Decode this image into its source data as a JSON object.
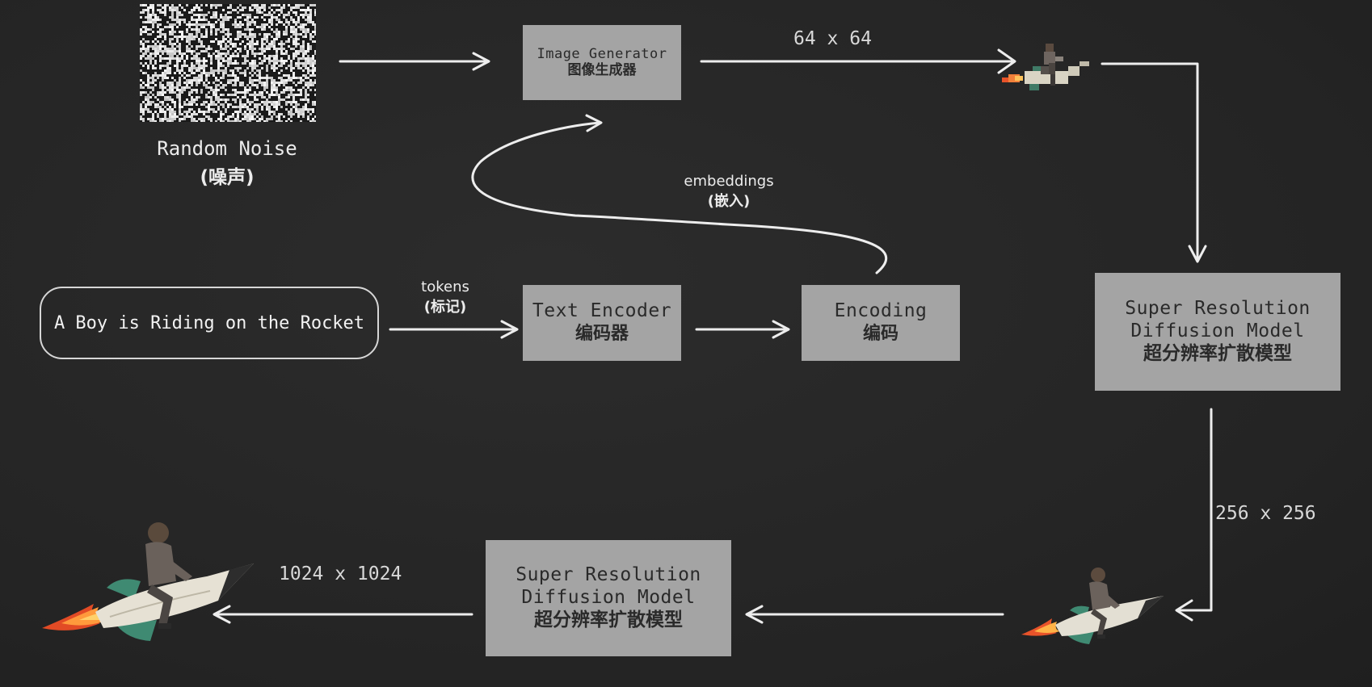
{
  "colors": {
    "background": "#262626",
    "box_fill": "#a4a4a4",
    "box_text": "#2a2a2a",
    "line": "#ededed"
  },
  "noise": {
    "label_en": "Random Noise",
    "label_zh": "(噪声)"
  },
  "image_generator": {
    "en": "Image Generator",
    "zh": "图像生成器"
  },
  "size_64": "64 x 64",
  "embeddings": {
    "en": "embeddings",
    "zh": "(嵌入)"
  },
  "prompt": {
    "text": "A Boy is Riding on the Rocket"
  },
  "tokens": {
    "en": "tokens",
    "zh": "(标记)"
  },
  "text_encoder": {
    "en": "Text Encoder",
    "zh": "编码器"
  },
  "encoding": {
    "en": "Encoding",
    "zh": "编码"
  },
  "sr_model_1": {
    "line1": "Super Resolution",
    "line2": "Diffusion Model",
    "zh": "超分辨率扩散模型"
  },
  "size_256": "256 x 256",
  "sr_model_2": {
    "line1": "Super Resolution",
    "line2": "Diffusion Model",
    "zh": "超分辨率扩散模型"
  },
  "size_1024": "1024 x 1024",
  "icons": {
    "output_small": "boy-on-rocket-icon",
    "output_medium": "boy-on-rocket-icon",
    "output_large": "boy-on-rocket-icon"
  }
}
